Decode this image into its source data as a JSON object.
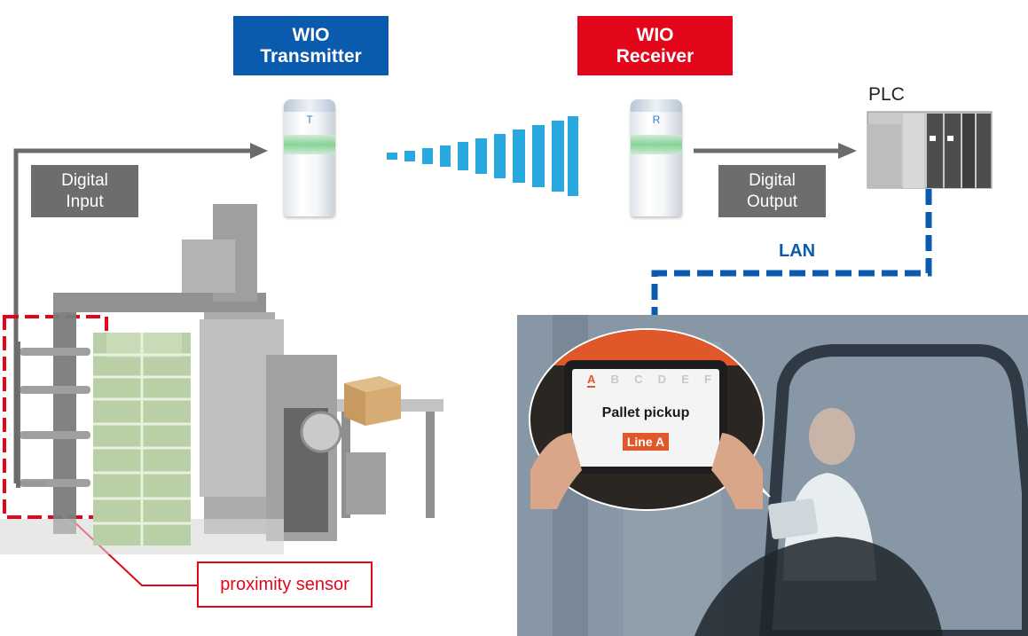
{
  "transmitter": {
    "line1": "WIO",
    "line2": "Transmitter",
    "color": "#0a5aad",
    "device_letter": "T"
  },
  "receiver": {
    "line1": "WIO",
    "line2": "Receiver",
    "color": "#e3061b",
    "device_letter": "R"
  },
  "plc_label": "PLC",
  "digital_input": {
    "line1": "Digital",
    "line2": "Input"
  },
  "digital_output": {
    "line1": "Digital",
    "line2": "Output"
  },
  "lan_label": "LAN",
  "tablet": {
    "tabs": [
      "A",
      "B",
      "C",
      "D",
      "E",
      "F"
    ],
    "title": "Pallet pickup",
    "badge": "Line A"
  },
  "proximity_sensor_label": "proximity sensor",
  "colors": {
    "arrow_gray": "#6b6b6b",
    "lan_blue": "#0a5aad",
    "wireless_blue": "#29a8e0",
    "sensor_red": "#e3061b"
  }
}
